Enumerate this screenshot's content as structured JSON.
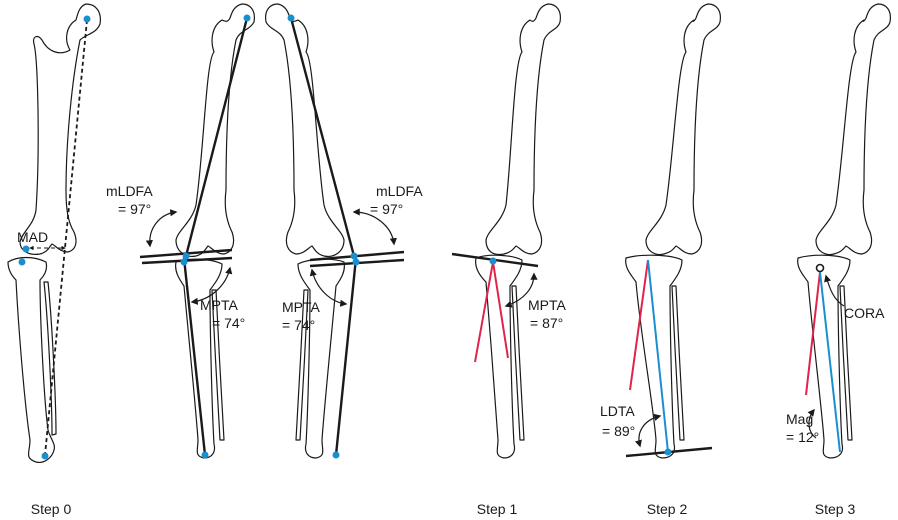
{
  "colors": {
    "outline": "#1a1a1a",
    "point": "#1a8fd0",
    "red_axis": "#e0234a",
    "blue_axis": "#1a8fd0"
  },
  "steps": {
    "step0": "Step 0",
    "step1": "Step 1",
    "step2": "Step 2",
    "step3": "Step 3"
  },
  "labels": {
    "mad": "MAD",
    "mldfa_left_name": "mLDFA",
    "mldfa_left_value": "= 97°",
    "mpta_left_name": "MPTA",
    "mpta_left_value": "= 74°",
    "mldfa_right_name": "mLDFA",
    "mldfa_right_value": "= 97°",
    "mpta_right_name": "MPTA",
    "mpta_right_value": "= 74°",
    "mpta_step1_name": "MPTA",
    "mpta_step1_value": "= 87°",
    "ldta_name": "LDTA",
    "ldta_value": "= 89°",
    "cora": "CORA",
    "mag_name": "Mag",
    "mag_value": "= 12°"
  }
}
